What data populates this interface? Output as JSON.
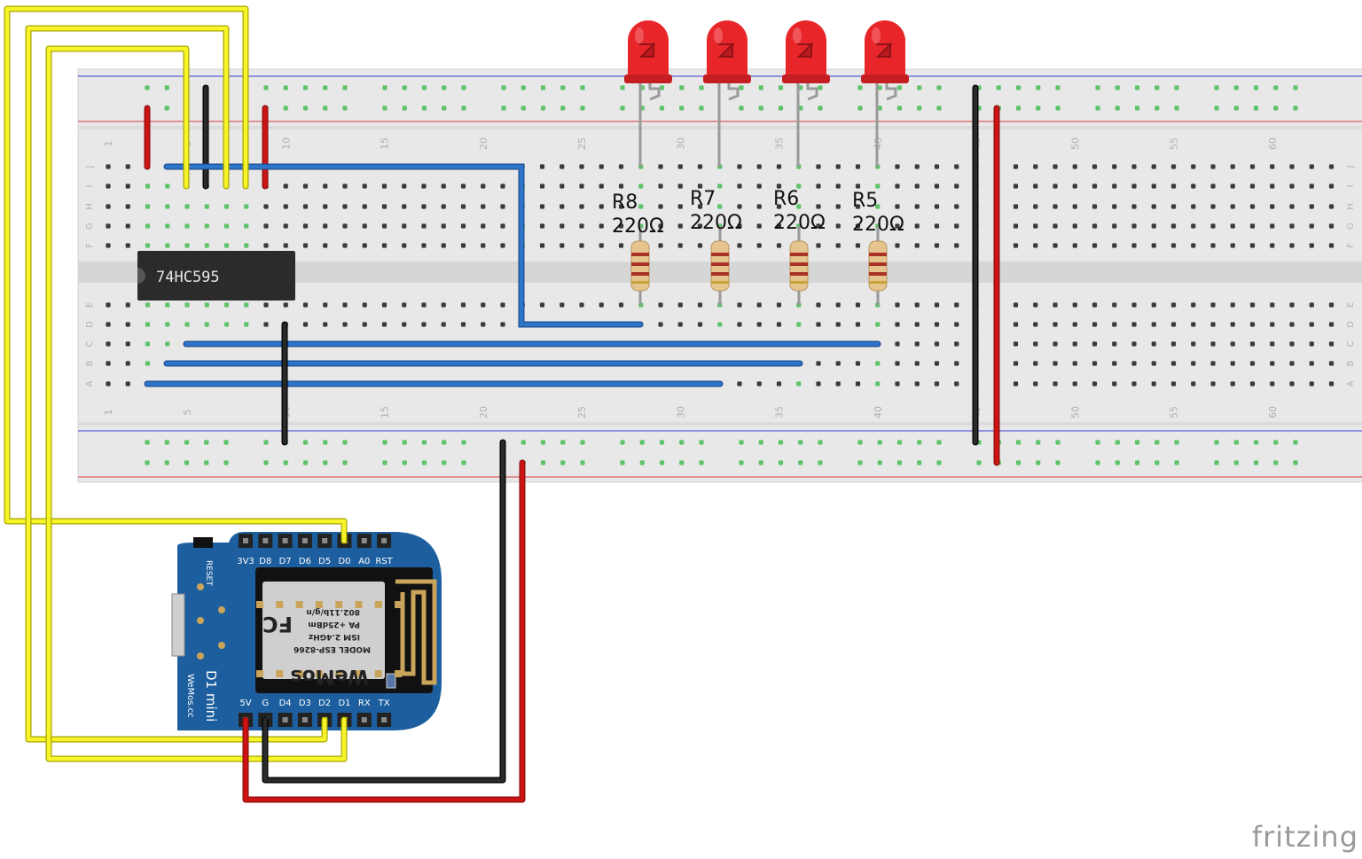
{
  "breadboard": {
    "column_numbers": [
      "1",
      "5",
      "10",
      "15",
      "20",
      "25",
      "30",
      "35",
      "40",
      "45",
      "50",
      "55",
      "60"
    ],
    "row_letters_top": [
      "J",
      "I",
      "H",
      "G",
      "F"
    ],
    "row_letters_bottom": [
      "E",
      "D",
      "C",
      "B",
      "A"
    ]
  },
  "ic": {
    "label": "74HC595"
  },
  "resistors": [
    {
      "name": "R8",
      "value": "220Ω"
    },
    {
      "name": "R7",
      "value": "220Ω"
    },
    {
      "name": "R6",
      "value": "220Ω"
    },
    {
      "name": "R5",
      "value": "220Ω"
    }
  ],
  "leds": [
    {
      "color": "#e8262a"
    },
    {
      "color": "#e8262a"
    },
    {
      "color": "#e8262a"
    },
    {
      "color": "#e8262a"
    }
  ],
  "wemos": {
    "top_pins": [
      "3V3",
      "D8",
      "D7",
      "D6",
      "D5",
      "D0",
      "A0",
      "RST"
    ],
    "bottom_pins": [
      "5V",
      "G",
      "D4",
      "D3",
      "D2",
      "D1",
      "RX",
      "TX"
    ],
    "reset_label": "RESET",
    "module_lines": [
      "MODEL  ESP-8266",
      "ISM 2.4GHz",
      "PA +25dBm",
      "802.11b/g/n"
    ],
    "logo_text": "WeMos",
    "board_name": "D1 mini",
    "site": "WeMos.cc",
    "fc_mark": "FC"
  },
  "colors": {
    "wire_yellow": "#f7f42a",
    "wire_blue": "#2f74c9",
    "wire_black": "#2a2a2a",
    "wire_red": "#cc1414",
    "board_blue": "#1d5e9e",
    "breadboard": "#e8e8e8"
  },
  "brand": "fritzing"
}
